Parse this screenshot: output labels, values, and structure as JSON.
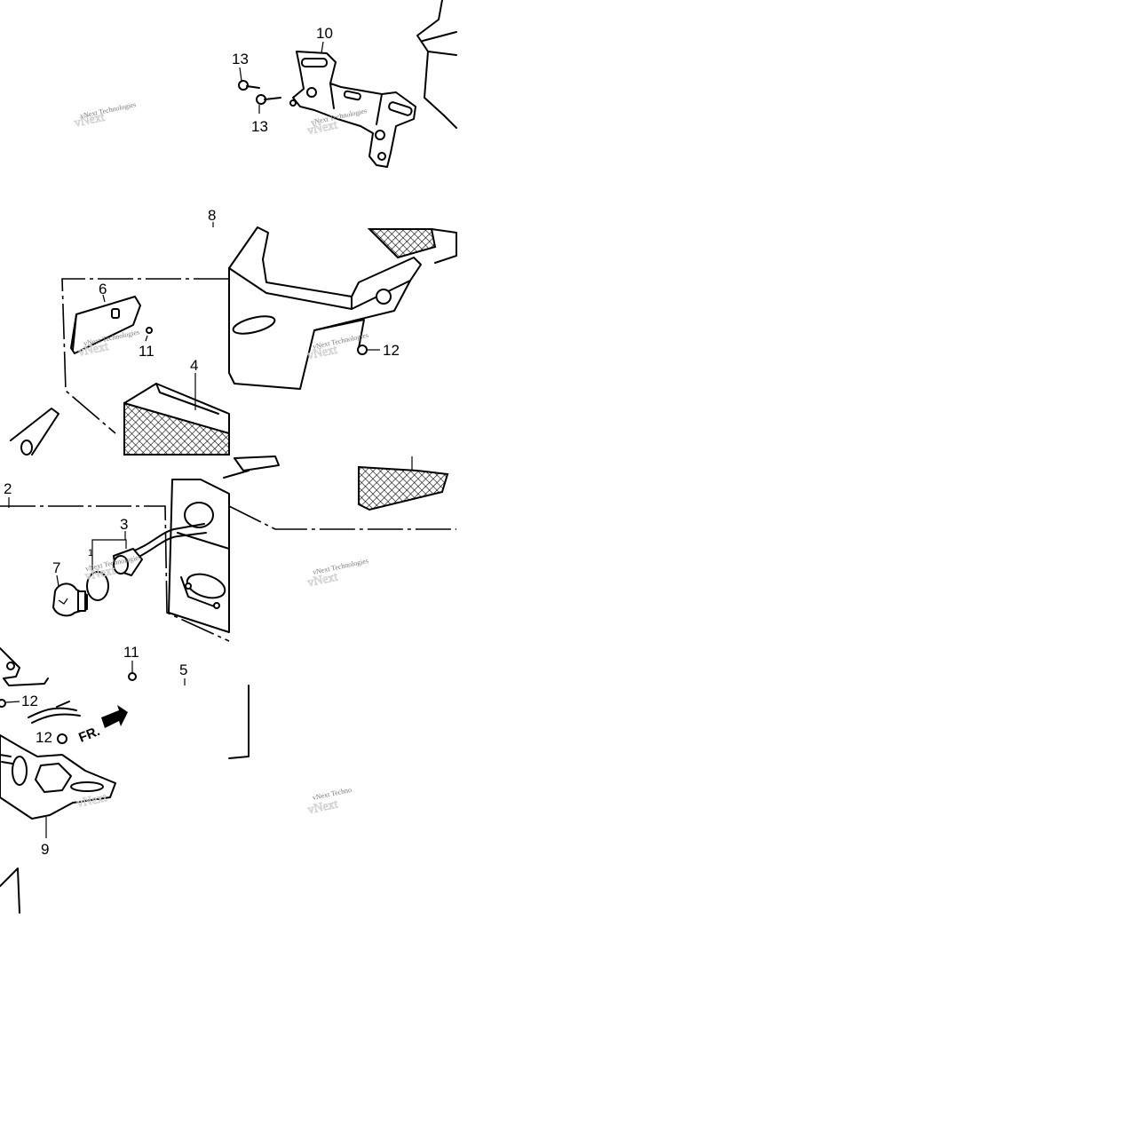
{
  "diagram": {
    "callouts": [
      {
        "id": "c10",
        "text": "10"
      },
      {
        "id": "c13a",
        "text": "13"
      },
      {
        "id": "c13b",
        "text": "13"
      },
      {
        "id": "c8",
        "text": "8"
      },
      {
        "id": "c6",
        "text": "6"
      },
      {
        "id": "c11a",
        "text": "11"
      },
      {
        "id": "c4",
        "text": "4"
      },
      {
        "id": "c12a",
        "text": "12"
      },
      {
        "id": "c2",
        "text": "2"
      },
      {
        "id": "c3",
        "text": "3"
      },
      {
        "id": "c1",
        "text": "1"
      },
      {
        "id": "c7",
        "text": "7"
      },
      {
        "id": "c11b",
        "text": "11"
      },
      {
        "id": "c5",
        "text": "5"
      },
      {
        "id": "c12b",
        "text": "12"
      },
      {
        "id": "c12c",
        "text": "12"
      },
      {
        "id": "c9",
        "text": "9"
      }
    ],
    "front_marker": "FR.",
    "watermark": "vNext Technologies",
    "watermark_cut": "vNext Technologies",
    "watermark_cut2": "vNext Techno"
  }
}
